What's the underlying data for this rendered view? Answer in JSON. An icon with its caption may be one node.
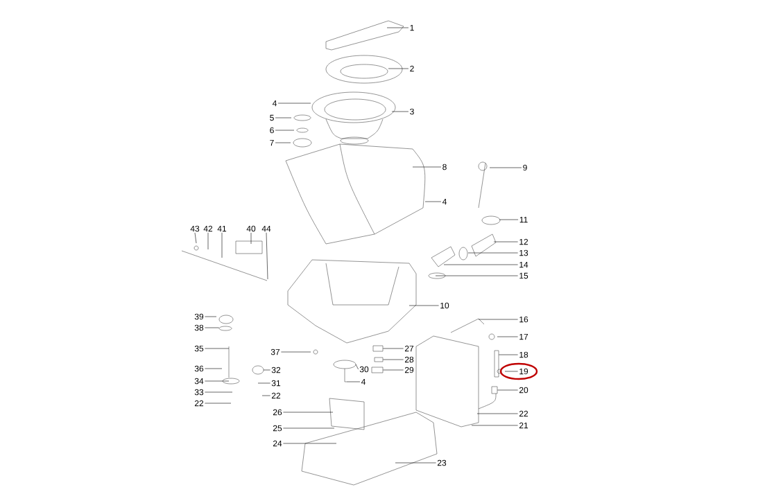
{
  "diagram": {
    "nodes": [
      {
        "text": [
          "1"
        ]
      },
      {
        "text": [
          "2"
        ]
      },
      {
        "text": [
          "4"
        ]
      },
      {
        "text": [
          "3"
        ]
      },
      {
        "text": [
          "5"
        ]
      },
      {
        "text": [
          "6"
        ]
      },
      {
        "text": [
          "7"
        ]
      },
      {
        "text": [
          "8"
        ]
      },
      {
        "text": [
          "9"
        ]
      },
      {
        "text": [
          "4"
        ]
      },
      {
        "text": [
          "11"
        ]
      },
      {
        "text": [
          "43"
        ]
      },
      {
        "text": [
          "42"
        ]
      },
      {
        "text": [
          "41"
        ]
      },
      {
        "text": [
          "40"
        ]
      },
      {
        "text": [
          "44"
        ]
      },
      {
        "text": [
          "12"
        ]
      },
      {
        "text": [
          "13"
        ]
      },
      {
        "text": [
          "14"
        ]
      },
      {
        "text": [
          "15"
        ]
      },
      {
        "text": [
          "10"
        ]
      },
      {
        "text": [
          "39"
        ]
      },
      {
        "text": [
          "16"
        ]
      },
      {
        "text": [
          "38"
        ]
      },
      {
        "text": [
          "17"
        ]
      },
      {
        "text": [
          "35"
        ]
      },
      {
        "text": [
          "27"
        ]
      },
      {
        "text": [
          "37"
        ]
      },
      {
        "text": [
          "18"
        ]
      },
      {
        "text": [
          "28"
        ]
      },
      {
        "text": [
          "36"
        ]
      },
      {
        "text": [
          "30"
        ]
      },
      {
        "text": [
          "29"
        ]
      },
      {
        "text": [
          "32"
        ]
      },
      {
        "text": [
          "19"
        ]
      },
      {
        "text": [
          "4"
        ]
      },
      {
        "text": [
          "34"
        ]
      },
      {
        "text": [
          "31"
        ]
      },
      {
        "text": [
          "20"
        ]
      },
      {
        "text": [
          "33"
        ]
      },
      {
        "text": [
          "22"
        ]
      },
      {
        "text": [
          "22"
        ]
      },
      {
        "text": [
          "22"
        ]
      },
      {
        "text": [
          "26"
        ]
      },
      {
        "text": [
          "21"
        ]
      },
      {
        "text": [
          "25"
        ]
      },
      {
        "text": [
          "24"
        ]
      },
      {
        "text": [
          "23"
        ]
      },
      {
        "text": [],
        "shape": "circle"
      },
      {
        "text": [],
        "shape": "box"
      },
      {
        "text": [],
        "shape": "box"
      },
      {
        "text": [],
        "shape": "box"
      },
      {
        "text": [],
        "shape": "box"
      },
      {
        "text": [],
        "shape": "box"
      }
    ],
    "edges": [
      {
        "from": 0,
        "to": null,
        "arrow": "none"
      },
      {
        "from": 1,
        "to": null,
        "arrow": "none"
      },
      {
        "from": 2,
        "to": null,
        "arrow": "none"
      },
      {
        "from": 3,
        "to": null,
        "arrow": "none"
      },
      {
        "from": 4,
        "to": null,
        "arrow": "none"
      },
      {
        "from": 5,
        "to": null,
        "arrow": "none"
      },
      {
        "from": 6,
        "to": null,
        "arrow": "none"
      },
      {
        "from": 7,
        "to": null,
        "arrow": "none"
      },
      {
        "from": 8,
        "to": null,
        "arrow": "none"
      },
      {
        "from": 9,
        "to": null,
        "arrow": "none"
      },
      {
        "from": 10,
        "to": null,
        "arrow": "none"
      },
      {
        "from": 11,
        "to": null,
        "arrow": "none"
      },
      {
        "from": 12,
        "to": null,
        "arrow": "none"
      },
      {
        "from": 13,
        "to": null,
        "arrow": "none"
      },
      {
        "from": 14,
        "to": null,
        "arrow": "none"
      },
      {
        "from": 15,
        "to": null,
        "arrow": "none"
      },
      {
        "from": 16,
        "to": null,
        "arrow": "none"
      },
      {
        "from": 17,
        "to": null,
        "arrow": "none"
      },
      {
        "from": 18,
        "to": null,
        "arrow": "none"
      },
      {
        "from": 19,
        "to": null,
        "arrow": "none"
      },
      {
        "from": 20,
        "to": null,
        "arrow": "none"
      },
      {
        "from": 21,
        "to": null,
        "arrow": "none"
      },
      {
        "from": 22,
        "to": null,
        "arrow": "none"
      },
      {
        "from": 23,
        "to": 48,
        "arrow": "none"
      },
      {
        "from": 24,
        "to": null,
        "arrow": "none"
      },
      {
        "from": 25,
        "to": null,
        "arrow": "none"
      },
      {
        "from": 26,
        "to": 49,
        "arrow": "none"
      },
      {
        "from": 27,
        "to": null,
        "arrow": "none"
      },
      {
        "from": 28,
        "to": 52,
        "arrow": "none"
      },
      {
        "from": 29,
        "to": 50,
        "arrow": "none"
      },
      {
        "from": 30,
        "to": null,
        "arrow": "none"
      },
      {
        "from": 31,
        "to": null,
        "arrow": "none"
      },
      {
        "from": 32,
        "to": 51,
        "arrow": "none"
      },
      {
        "from": 33,
        "to": null,
        "arrow": "none"
      },
      {
        "from": 34,
        "to": null,
        "arrow": "none"
      },
      {
        "from": 35,
        "to": null,
        "arrow": "none"
      },
      {
        "from": 36,
        "to": null,
        "arrow": "none"
      },
      {
        "from": 37,
        "to": null,
        "arrow": "none"
      },
      {
        "from": 38,
        "to": 53,
        "arrow": "none"
      },
      {
        "from": 39,
        "to": null,
        "arrow": "none"
      },
      {
        "from": 40,
        "to": null,
        "arrow": "none"
      },
      {
        "from": 41,
        "to": null,
        "arrow": "none"
      },
      {
        "from": 42,
        "to": null,
        "arrow": "none"
      },
      {
        "from": 43,
        "to": null,
        "arrow": "none"
      },
      {
        "from": 44,
        "to": null,
        "arrow": "none"
      },
      {
        "from": 45,
        "to": null,
        "arrow": "none"
      },
      {
        "from": 46,
        "to": null,
        "arrow": "none"
      },
      {
        "from": 47,
        "to": null,
        "arrow": "none"
      }
    ]
  }
}
